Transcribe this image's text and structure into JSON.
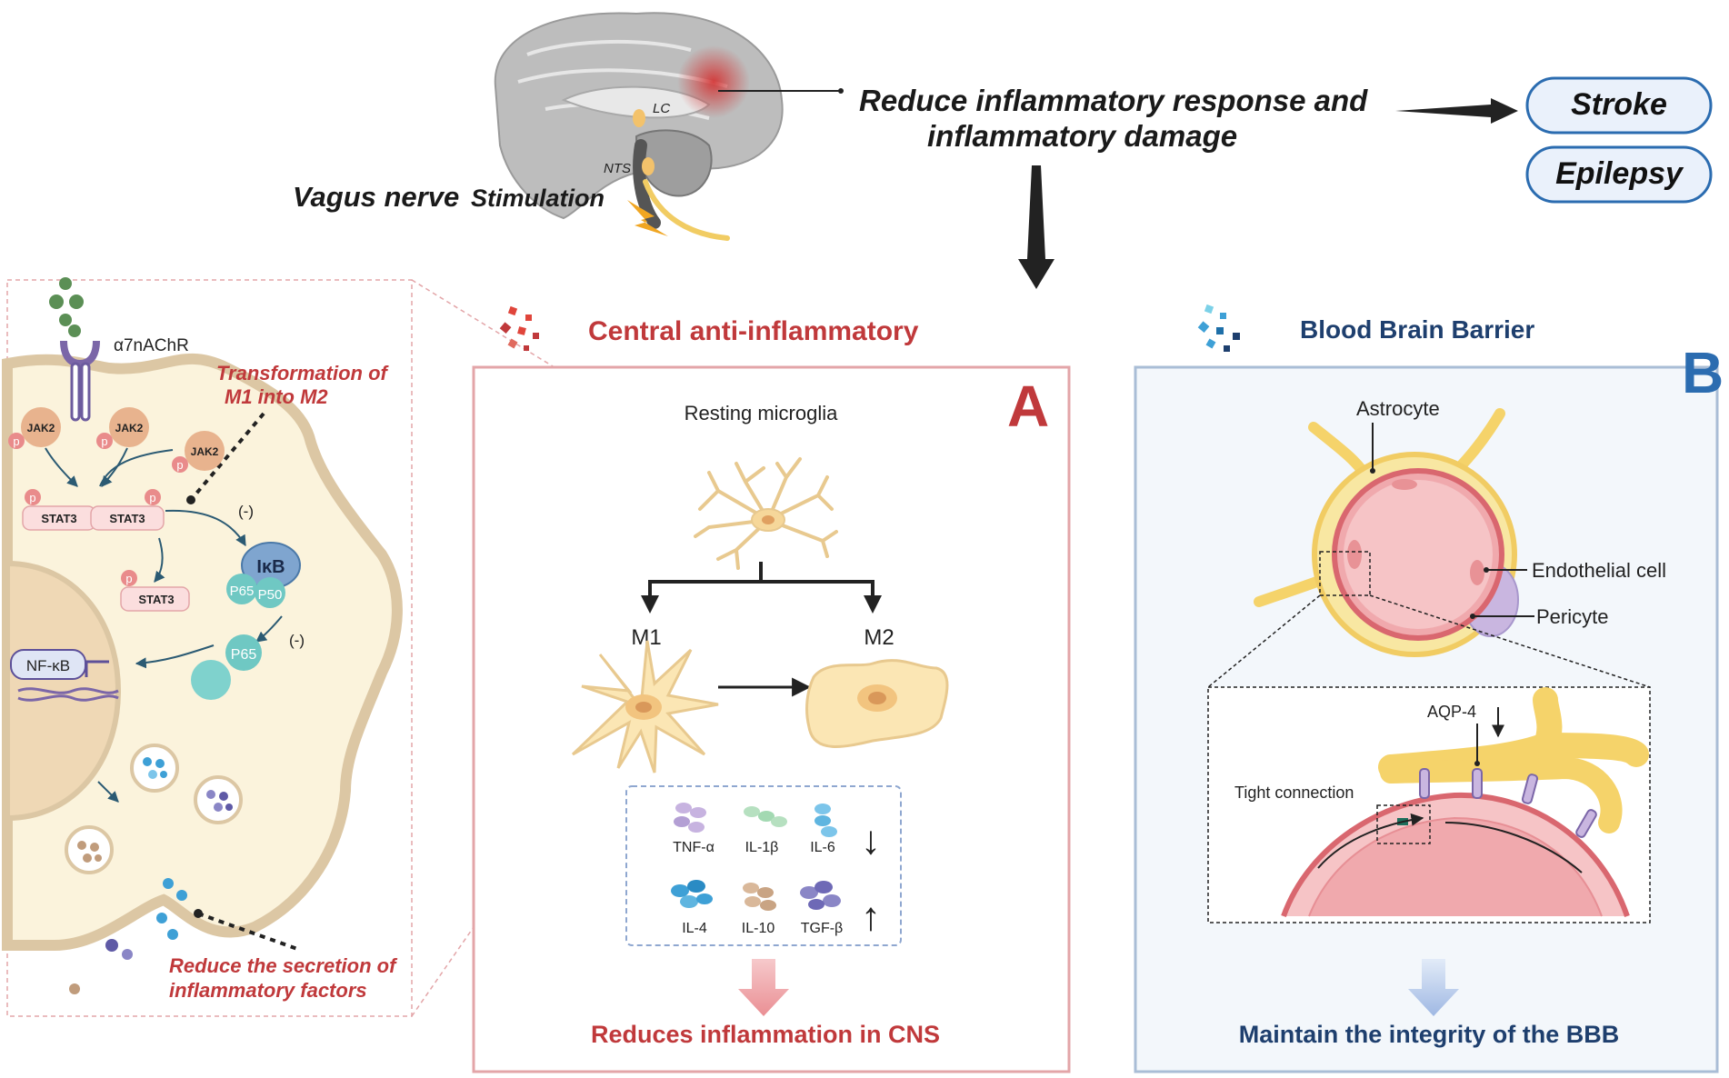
{
  "header": {
    "reduce_line1": "Reduce inflammatory response and",
    "reduce_line2": "inflammatory damage",
    "vns_part1": "Vagus nerve",
    "vns_part2": "Stimulation",
    "lc_label": "LC",
    "nts_label": "NTS"
  },
  "diseases": [
    "Stroke",
    "Epilepsy"
  ],
  "left_panel": {
    "receptor": "α7nAChR",
    "transformation_line1": "Transformation of",
    "transformation_line2": "M1  into M2",
    "jak": [
      "JAK2",
      "JAK2",
      "JAK2"
    ],
    "stat": [
      "STAT3",
      "STAT3",
      "STAT3"
    ],
    "p_mark": "p",
    "ikb": "IκB",
    "p65": "P65",
    "p50": "P50",
    "inhibit": "(-)",
    "nfkb": "NF-κB",
    "secretion_line1": "Reduce the secretion of",
    "secretion_line2": "inflammatory factors"
  },
  "panel_a": {
    "title": "Central anti-inflammatory",
    "letter": "A",
    "resting": "Resting microglia",
    "m1": "M1",
    "m2": "M2",
    "cytokines_down": [
      "TNF-α",
      "IL-1β",
      "IL-6"
    ],
    "cytokines_up": [
      "IL-4",
      "IL-10",
      "TGF-β"
    ],
    "arrow_down": "↓",
    "arrow_up": "↑",
    "conclusion": "Reduces inflammation in CNS"
  },
  "panel_b": {
    "title": "Blood Brain Barrier",
    "letter": "B",
    "astrocyte": "Astrocyte",
    "endothelial": "Endothelial cell",
    "pericyte": "Pericyte",
    "aqp4": "AQP-4",
    "tight": "Tight connection",
    "conclusion": "Maintain the integrity of the  BBB"
  },
  "colors": {
    "red_title": "#c0393b",
    "blue_title": "#1e3f6e",
    "panel_a_border": "#e3a5a8",
    "panel_b_border": "#a9bdd6",
    "panel_b_fill": "#f3f7fb",
    "cell_fill": "#fbf3dc",
    "membrane": "#dcc7a4"
  }
}
